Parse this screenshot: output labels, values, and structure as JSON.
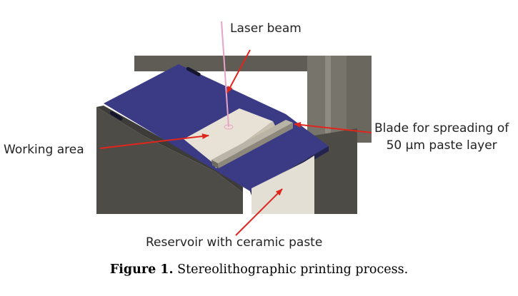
{
  "figure": {
    "callouts": {
      "laser_beam": "Laser beam",
      "working_area": "Working area",
      "blade_line1": "Blade for spreading of",
      "blade_line2": "50 µm paste layer",
      "reservoir": "Reservoir with ceramic paste"
    },
    "caption": {
      "label": "Figure 1.",
      "text": "Stereolithographic printing process."
    }
  },
  "colors": {
    "platform_blue": "#3a3a85",
    "machine_gray": "#5f5c55",
    "paste_beige": "#e7e2d5",
    "arrow_red": "#e0261c",
    "laser_pink": "#e8a4c8"
  }
}
